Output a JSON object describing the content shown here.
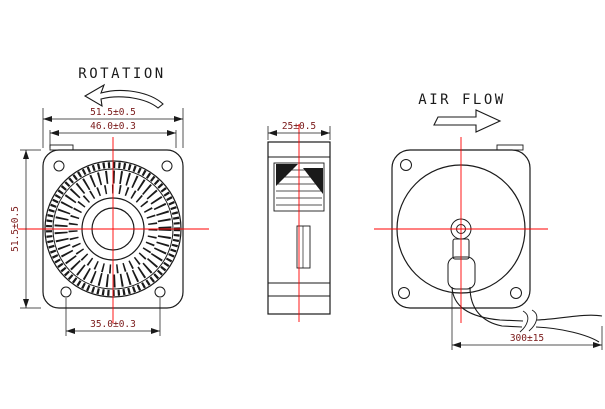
{
  "labels": {
    "rotation": "ROTATION",
    "air_flow": "AIR FLOW"
  },
  "dimensions": {
    "front_overall_width": "51.5±0.5",
    "front_body_width": "46.0±0.3",
    "front_overall_height": "51.5±0.5",
    "front_hole_spacing": "35.0±0.3",
    "side_depth": "25±0.5",
    "cable_length": "300±15"
  },
  "colors": {
    "line": "#1a1a1a",
    "centerline": "#ff0000",
    "dimension_text": "#7a1a1a",
    "background": "#ffffff"
  }
}
